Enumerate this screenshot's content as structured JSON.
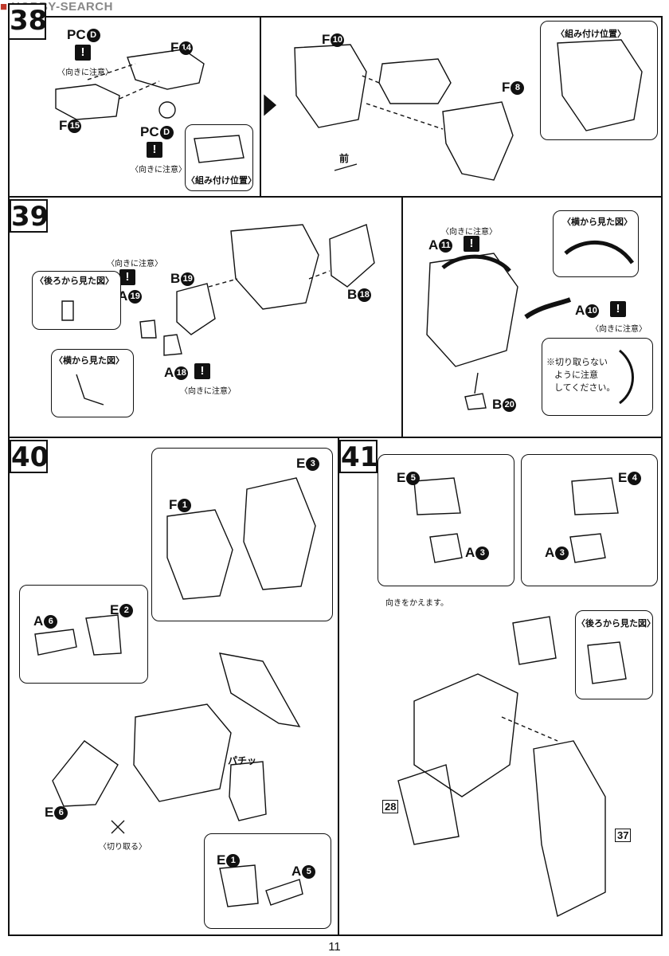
{
  "watermark": {
    "brand": "HOBBY-SEARCH"
  },
  "page_number": "11",
  "steps": {
    "s38": {
      "number": "38",
      "labels": {
        "pc_top": "PC",
        "f14": "F",
        "f15": "F",
        "pc_mid": "PC",
        "f10": "F",
        "f8": "F"
      },
      "circled": {
        "pc_top": "D",
        "f14": "14",
        "f15": "15",
        "pc_mid": "D",
        "f10": "10",
        "f8": "8"
      },
      "note_orient_1": "〈向きに注意〉",
      "note_orient_2": "〈向きに注意〉",
      "inset_position": "〈組み付け位置〉",
      "assembly_position_title": "〈組み付け位置〉",
      "front": "前"
    },
    "s39": {
      "number": "39",
      "labels": {
        "b19": "B",
        "b18": "B",
        "a19": "A",
        "a18": "A",
        "a11": "A",
        "a10": "A",
        "b20": "B"
      },
      "circled": {
        "b19": "19",
        "b18": "18",
        "a19": "19",
        "a18": "18",
        "a11": "11",
        "a10": "10",
        "b20": "20"
      },
      "note_orient_a19": "〈向きに注意〉",
      "note_orient_a18": "〈向きに注意〉",
      "note_orient_a11": "〈向きに注意〉",
      "note_orient_a10": "〈向きに注意〉",
      "rear_view": "〈後ろから見た図〉",
      "side_view_left": "〈横から見た図〉",
      "side_view_right": "〈横から見た図〉",
      "caution_line1": "※切り取らない",
      "caution_line2": "ように注意",
      "caution_line3": "してください。"
    },
    "s40": {
      "number": "40",
      "labels": {
        "e3": "E",
        "f1": "F",
        "a6": "A",
        "e2": "E",
        "e6": "E",
        "e1": "E",
        "a5": "A"
      },
      "circled": {
        "e3": "3",
        "f1": "1",
        "a6": "6",
        "e2": "2",
        "e6": "6",
        "e1": "1",
        "a5": "5"
      },
      "cut_off": "〈切り取る〉",
      "snap_sound": "パチッ"
    },
    "s41": {
      "number": "41",
      "labels": {
        "e5": "E",
        "a3_left": "A",
        "e4": "E",
        "a3_right": "A"
      },
      "circled": {
        "e5": "5",
        "a3_left": "3",
        "e4": "4",
        "a3_right": "3"
      },
      "change_direction": "向きをかえます。",
      "rear_view": "〈後ろから見た図〉",
      "ref_28": "28",
      "ref_37": "37"
    }
  },
  "icons": {
    "warning": "!",
    "cut": "nippers-icon"
  }
}
